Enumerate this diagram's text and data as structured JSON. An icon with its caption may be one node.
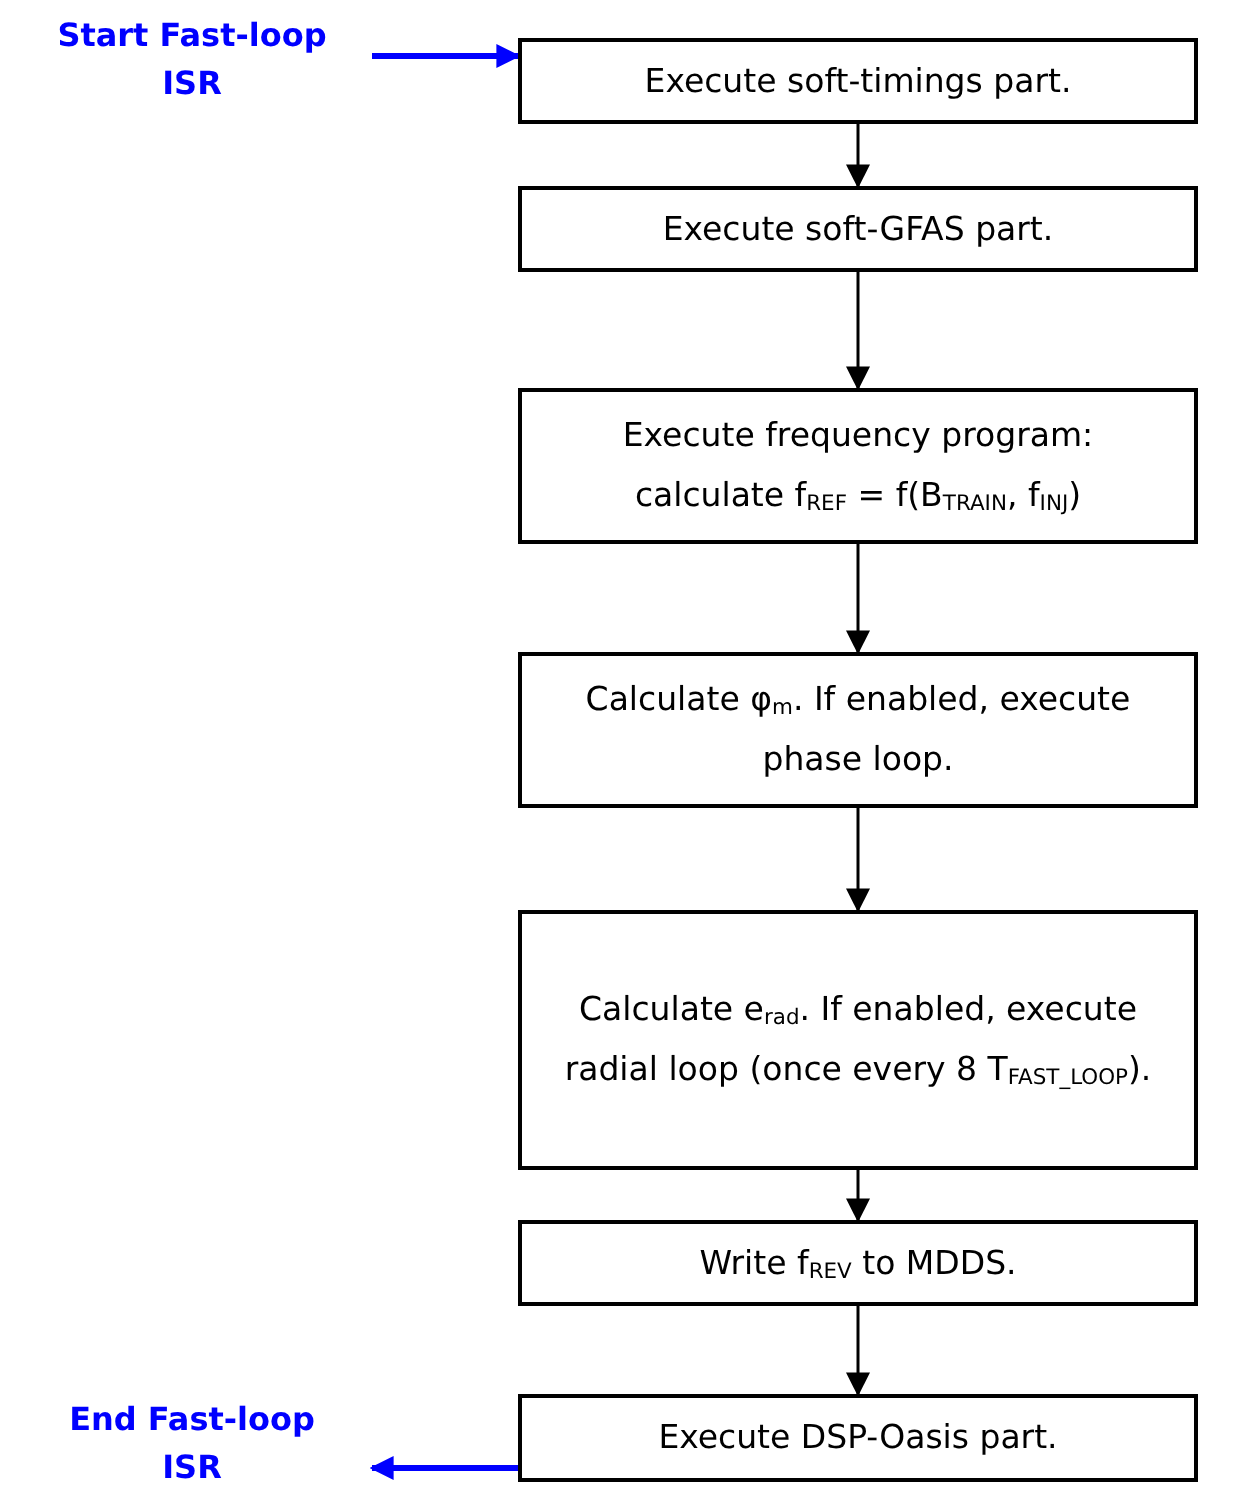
{
  "diagram": {
    "nodes": [
      {
        "text": [
          "Start Fast-loop ISR"
        ]
      },
      {
        "text": [
          "Execute soft-timings part."
        ]
      },
      {
        "text": [
          "Execute soft-GFAS part."
        ]
      },
      {
        "text": [
          "Execute frequency program: calculate f$_{REF}$ = f(B$_{TRAIN}$, f$_{INJ}$)"
        ]
      },
      {
        "text": [
          "Calculate φ$_{m}$. If enabled, execute phase loop."
        ]
      },
      {
        "text": [
          "Calculate e$_{rad}$. If enabled, execute radial loop (once every 8 T$_{FAST_LOOP}$)."
        ]
      },
      {
        "text": [
          "Write f$_{REV}$ to MDDS."
        ]
      },
      {
        "text": [
          "Execute DSP-Oasis part."
        ]
      },
      {
        "text": [
          "End Fast-loop ISR"
        ]
      }
    ],
    "edges": [
      {
        "from": 0,
        "to": 1,
        "arrow": "to",
        "style": "thick",
        "color": "#0000ff"
      },
      {
        "from": 1,
        "to": 2,
        "arrow": "to"
      },
      {
        "from": 2,
        "to": 3,
        "arrow": "to"
      },
      {
        "from": 3,
        "to": 4,
        "arrow": "to"
      },
      {
        "from": 4,
        "to": 5,
        "arrow": "to"
      },
      {
        "from": 5,
        "to": 6,
        "arrow": "to"
      },
      {
        "from": 6,
        "to": 7,
        "arrow": "to"
      },
      {
        "from": 7,
        "to": 8,
        "arrow": "to",
        "style": "thick",
        "color": "#0000ff"
      }
    ]
  }
}
